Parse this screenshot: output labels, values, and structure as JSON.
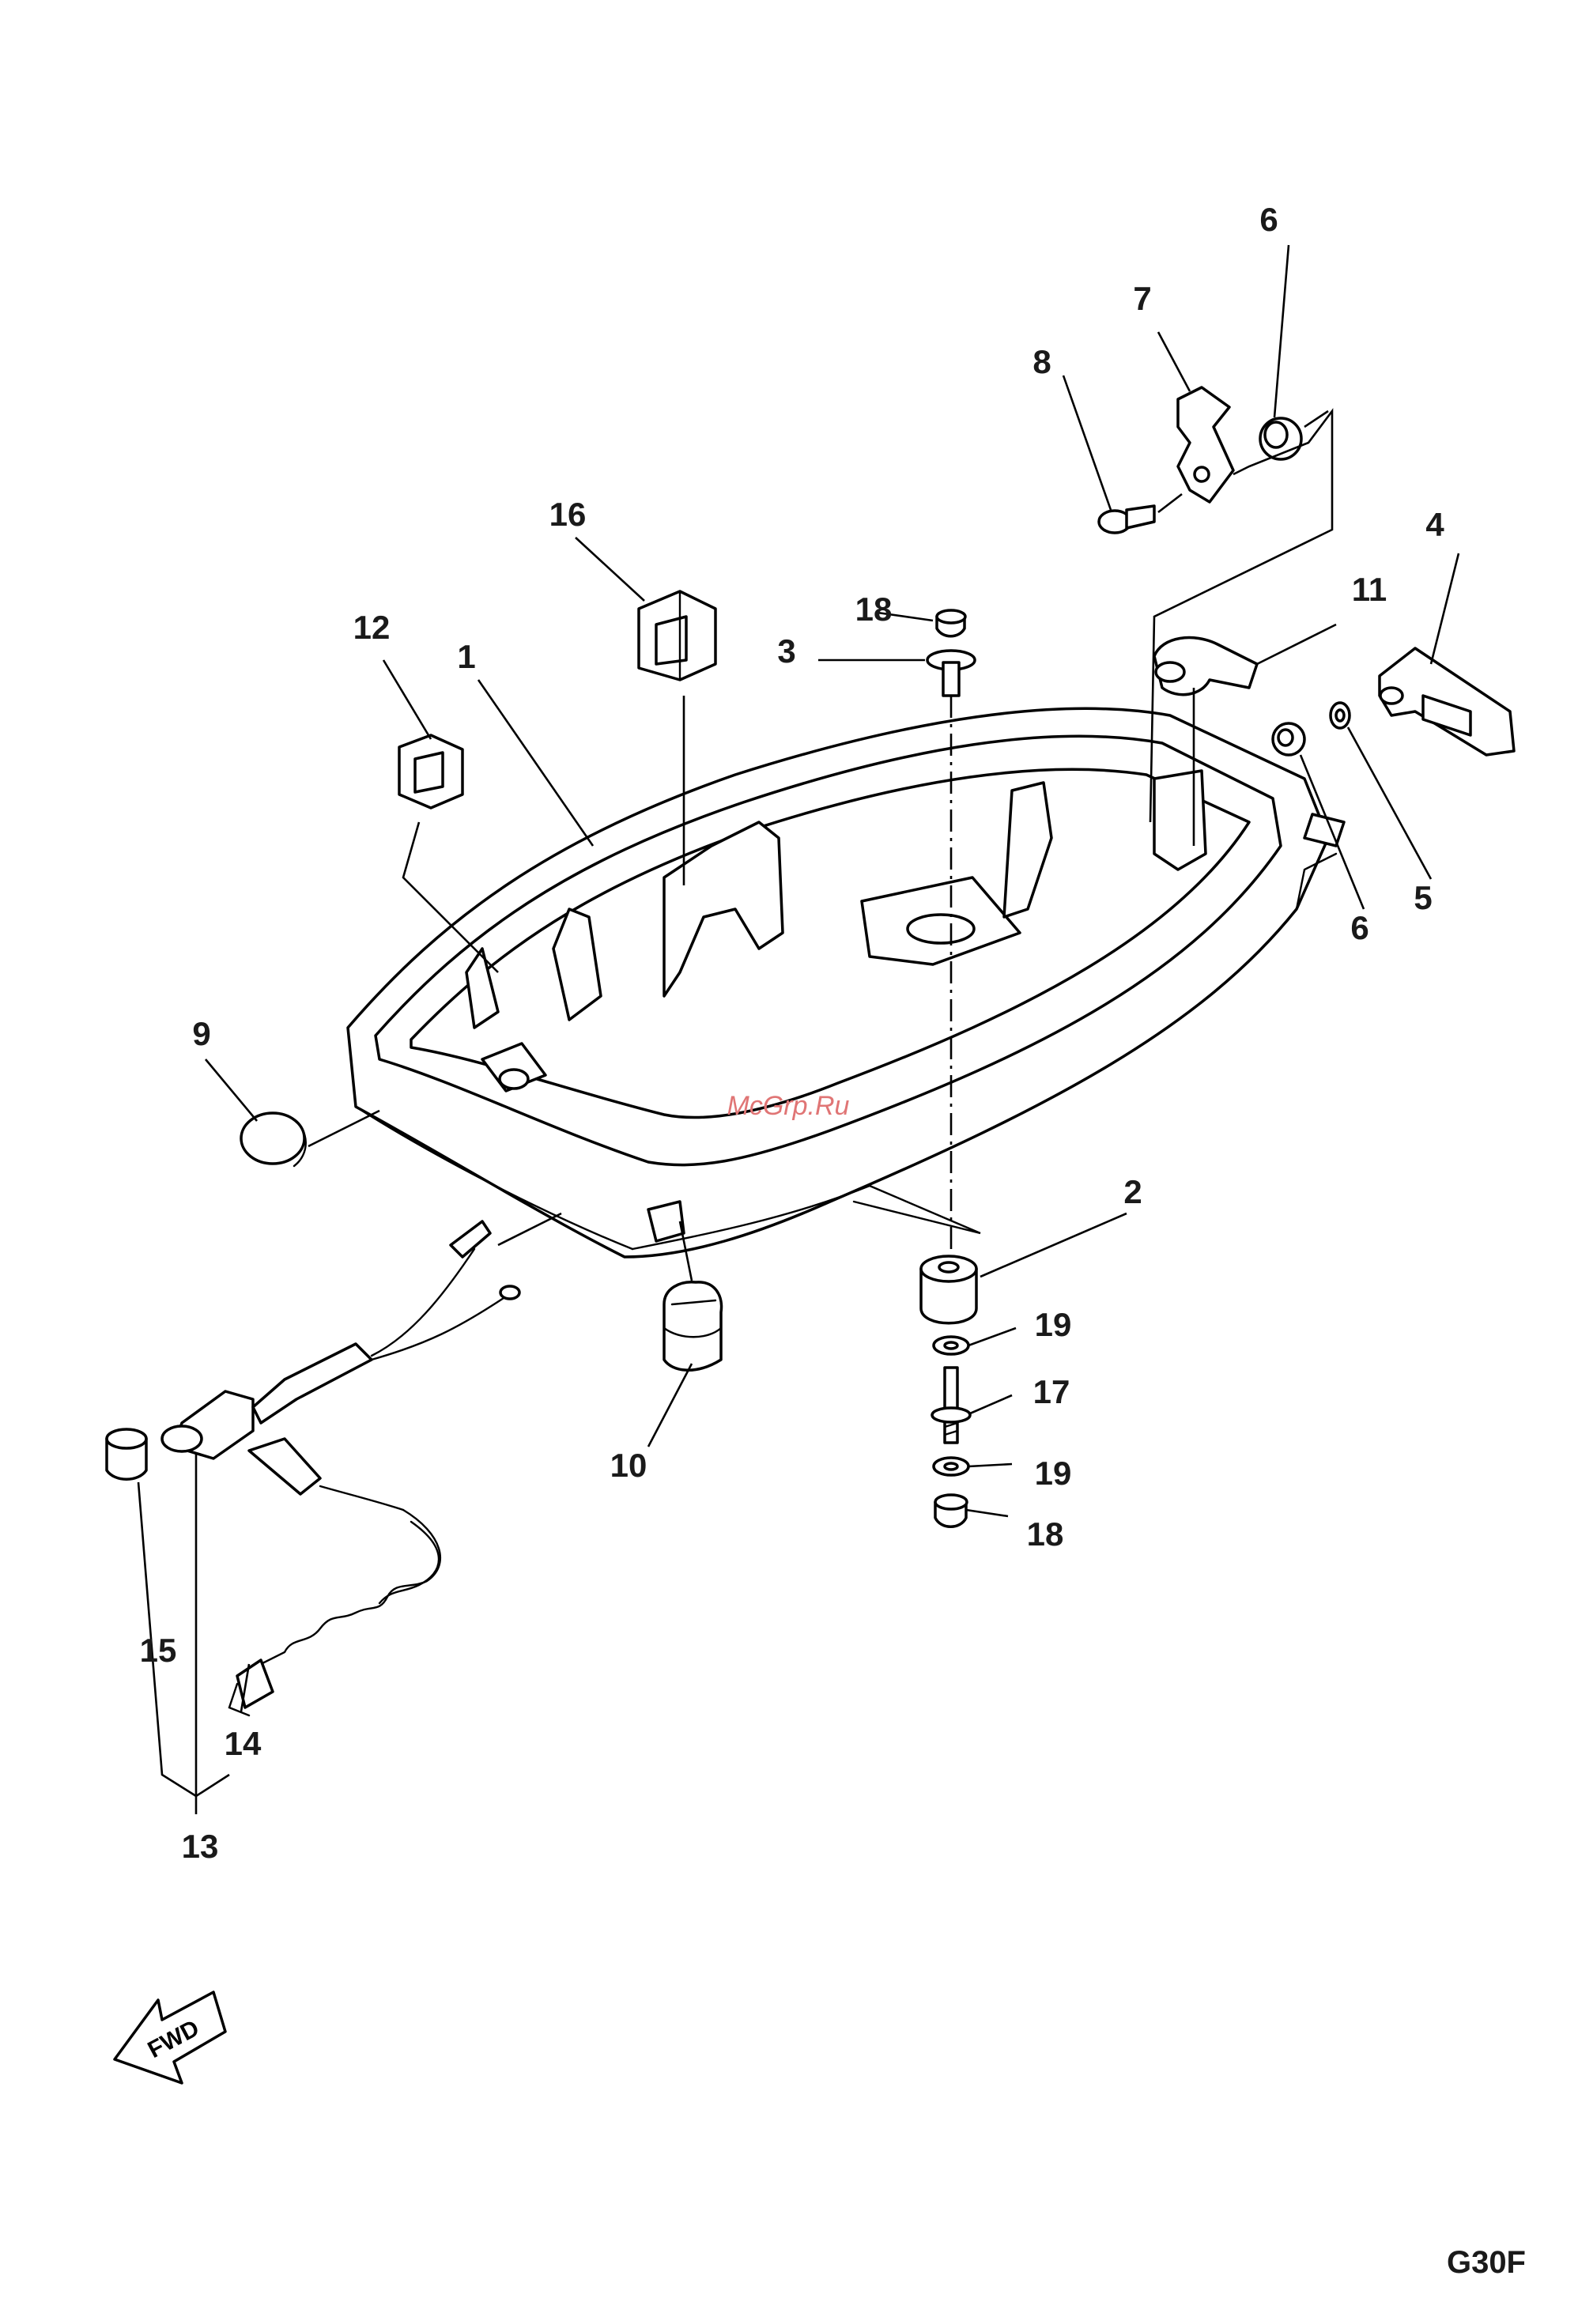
{
  "callouts": [
    {
      "id": "label-1",
      "text": "1"
    },
    {
      "id": "label-2",
      "text": "2"
    },
    {
      "id": "label-3",
      "text": "3"
    },
    {
      "id": "label-4",
      "text": "4"
    },
    {
      "id": "label-5",
      "text": "5"
    },
    {
      "id": "label-6a",
      "text": "6"
    },
    {
      "id": "label-6b",
      "text": "6"
    },
    {
      "id": "label-7",
      "text": "7"
    },
    {
      "id": "label-8",
      "text": "8"
    },
    {
      "id": "label-9",
      "text": "9"
    },
    {
      "id": "label-10",
      "text": "10"
    },
    {
      "id": "label-11",
      "text": "11"
    },
    {
      "id": "label-12",
      "text": "12"
    },
    {
      "id": "label-13",
      "text": "13"
    },
    {
      "id": "label-14",
      "text": "14"
    },
    {
      "id": "label-15",
      "text": "15"
    },
    {
      "id": "label-16",
      "text": "16"
    },
    {
      "id": "label-17",
      "text": "17"
    },
    {
      "id": "label-18a",
      "text": "18"
    },
    {
      "id": "label-18b",
      "text": "18"
    },
    {
      "id": "label-19a",
      "text": "19"
    },
    {
      "id": "label-19b",
      "text": "19"
    }
  ],
  "direction_arrow": {
    "text": "FWD"
  },
  "watermark": "McGrp.Ru",
  "figure_code": "G30F"
}
